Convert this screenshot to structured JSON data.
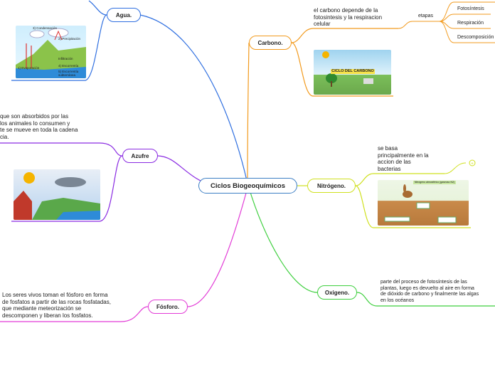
{
  "central": "Ciclos Biogeoquímicos",
  "branches": {
    "agua": {
      "label": "Agua.",
      "color": "#2f6fe0",
      "image_labels": [
        "3) Condensación",
        "2) Precipitación",
        "1) Evaporación",
        "Infiltración",
        "4) Escorrentía",
        "5) Escorrentía subterránea"
      ]
    },
    "azufre": {
      "label": "Azufre",
      "color": "#8a2be2",
      "text": [
        "que son absorbidos por las",
        "los animales lo consumen y",
        "te se mueve en toda la cadena",
        "cia."
      ]
    },
    "fosforo": {
      "label": "Fósforo.",
      "color": "#e23ad6",
      "text": [
        "Los seres vivos toman el fósforo en forma",
        "de fosfatos a partir de las rocas fosfatadas,",
        "que mediante meteorización se",
        "descomponen y liberan los fosfatos."
      ]
    },
    "carbono": {
      "label": "Carbono.",
      "color": "#f29a1d",
      "text": [
        "el carbono depende de la",
        "fotosintesis y la respiracion",
        "celular"
      ],
      "etapas_label": "etapas",
      "etapas": [
        "Fotosíntesis",
        "Respiración",
        "Descomposición"
      ],
      "image_title": "CICLO DEL CARBONO"
    },
    "nitrogeno": {
      "label": "Nitrógeno.",
      "color": "#cfe01e",
      "text": [
        "se basa",
        "principalmente en la",
        "accion de las",
        "bacterias"
      ],
      "image_title": "Nitrógeno atmosférico (gaseoso N2)"
    },
    "oxigeno": {
      "label": "Oxigeno.",
      "color": "#3ecf3e",
      "text": [
        "parte del proceso de fotosíntesis de las",
        "plantas, luego es devuelto al aire en forma",
        "de dióxido de carbono y finalmente las algas",
        "en los océanos"
      ]
    }
  }
}
